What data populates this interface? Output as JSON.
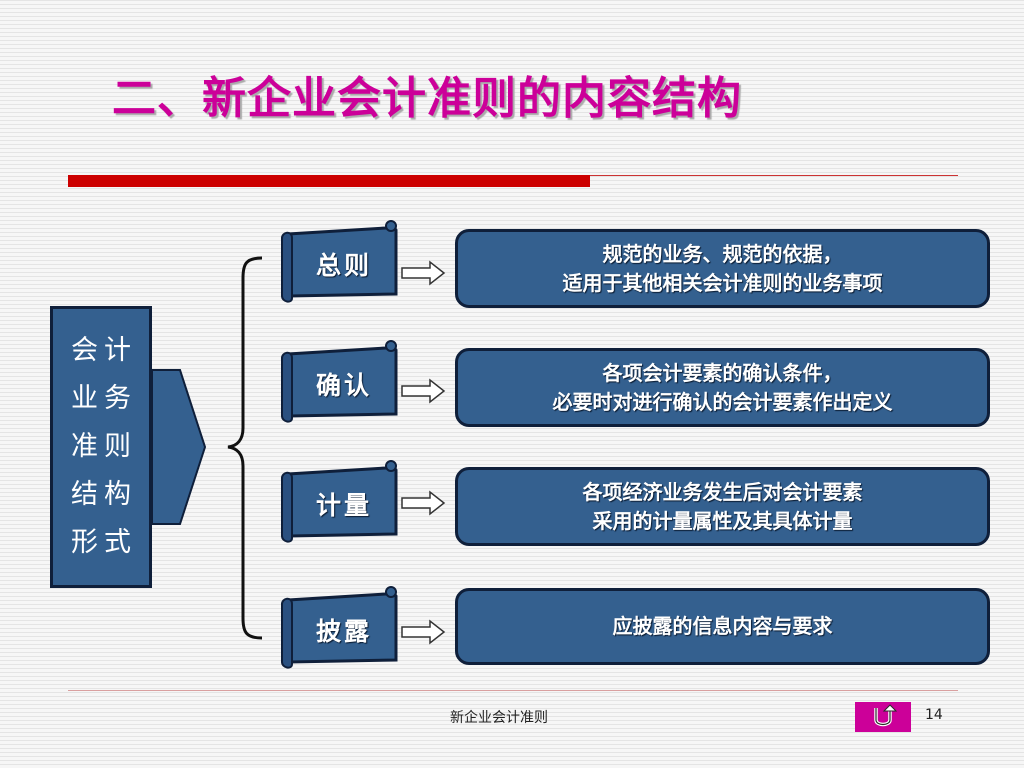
{
  "slide": {
    "title": "二、新企业会计准则的内容结构",
    "root_label": "会计\n业务\n准则\n结构\n形式",
    "items": [
      {
        "label": "总则",
        "desc_line1": "规范的业务、规范的依据，",
        "desc_line2": "适用于其他相关会计准则的业务事项"
      },
      {
        "label": "确认",
        "desc_line1": "各项会计要素的确认条件，",
        "desc_line2": "必要时对进行确认的会计要素作出定义"
      },
      {
        "label": "计量",
        "desc_line1": "各项经济业务发生后对会计要素",
        "desc_line2": "采用的计量属性及其具体计量"
      },
      {
        "label": "披露",
        "desc_line1": "应披露的信息内容与要求",
        "desc_line2": ""
      }
    ]
  },
  "footer": {
    "text": "新企业会计准则",
    "page_number": "14",
    "nav_icon": "return-arrow-icon"
  },
  "colors": {
    "title": "#cc0099",
    "box_fill": "#34608f",
    "box_border": "#0f1f3a",
    "accent_bar": "#cc0000",
    "nav_button": "#cc0099"
  }
}
